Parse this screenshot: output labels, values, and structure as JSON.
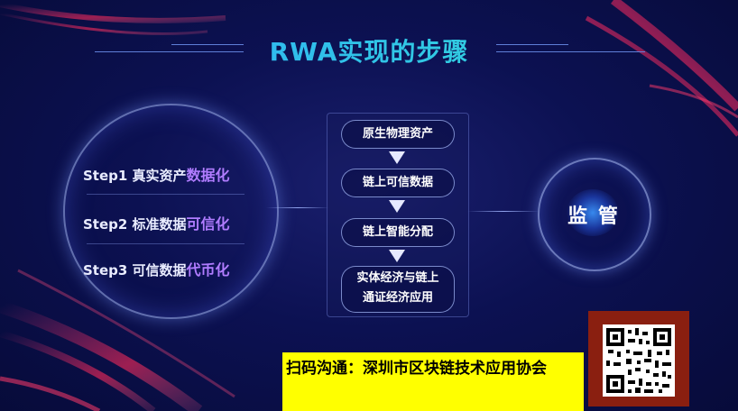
{
  "title": "RWA实现的步骤",
  "steps": [
    {
      "prefix": "Step1 真实资产",
      "highlight": "数据化"
    },
    {
      "prefix": "Step2 标准数据",
      "highlight": "可信化"
    },
    {
      "prefix": "Step3 可信数据",
      "highlight": "代币化"
    }
  ],
  "flow": [
    "原生物理资产",
    "链上可信数据",
    "链上智能分配",
    "实体经济与链上",
    "通证经济应用"
  ],
  "supervision": "监 管",
  "banner_text": "扫码沟通：深圳市区块链技术应用协会",
  "colors": {
    "title": "#2ea7ff",
    "highlight": "#b07cff",
    "banner": "#ffff00",
    "qr_bg": "#8a1f10"
  }
}
